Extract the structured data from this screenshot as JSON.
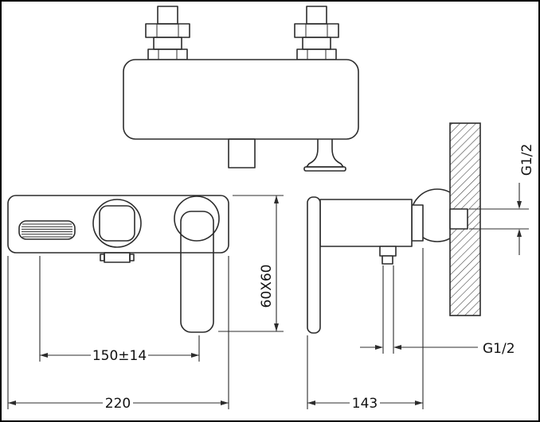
{
  "drawing": {
    "type": "technical-dimension-drawing",
    "subject": "wall-mounted shower mixer faucet, three orthographic views",
    "colors": {
      "line": "#2c2c2c",
      "background": "#ffffff"
    },
    "dims": {
      "center_distance": "150±14",
      "overall_width": "220",
      "handle_section": "60X60",
      "depth": "143",
      "thread_wall": "G1/2",
      "thread_outlet": "G1/2"
    }
  }
}
